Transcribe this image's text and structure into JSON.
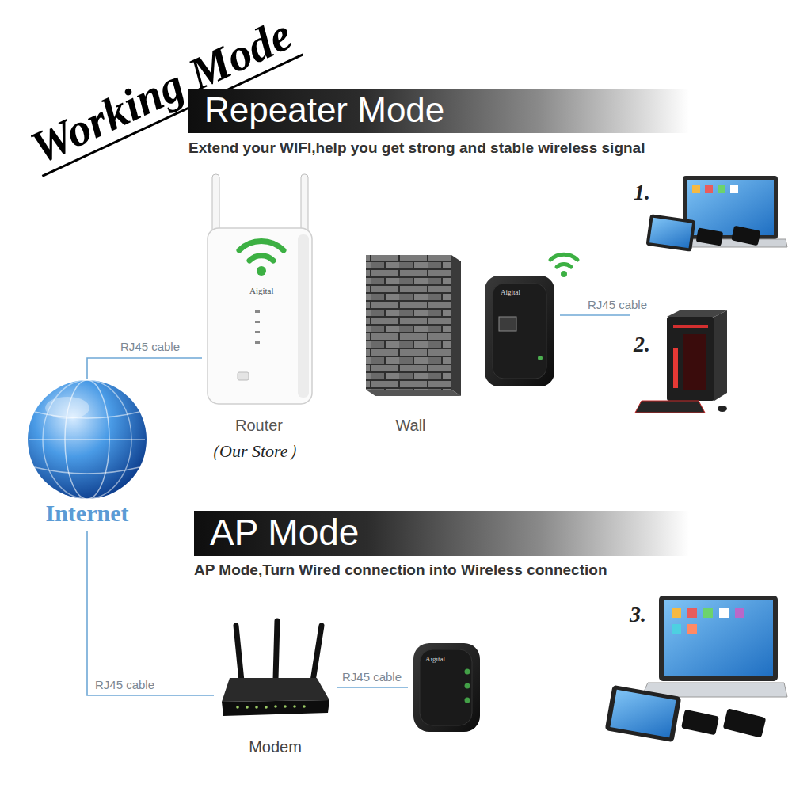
{
  "diagram": {
    "title": "Working Mode",
    "nodes": [
      {
        "text": [
          "Repeater Mode"
        ]
      },
      {
        "text": [
          "Internet"
        ]
      },
      {
        "text": [
          "Aigital",
          "Router",
          "（Our Store）"
        ]
      },
      {
        "text": [
          "Wall"
        ]
      },
      {
        "text": [
          "Aigital"
        ]
      },
      {
        "text": [
          "1."
        ]
      },
      {
        "text": [
          "2."
        ]
      },
      {
        "text": [
          "AP Mode"
        ]
      },
      {
        "text": [
          "Modem"
        ]
      },
      {
        "text": [
          "Aigital"
        ]
      },
      {
        "text": [
          "3."
        ]
      }
    ],
    "edges": [
      {
        "from": 1,
        "to": 2,
        "label": "RJ45 cable",
        "arrow": "none"
      },
      {
        "from": 4,
        "to": 6,
        "label": "RJ45 cable",
        "arrow": "none"
      },
      {
        "from": 1,
        "to": 8,
        "label": "RJ45 cable",
        "arrow": "none"
      },
      {
        "from": 8,
        "to": 9,
        "label": "RJ45 cable",
        "arrow": "none"
      }
    ],
    "labels": [
      "Extend your WIFI,help you get strong and stable wireless signal",
      "AP Mode,Turn Wired connection into Wireless connection"
    ]
  }
}
